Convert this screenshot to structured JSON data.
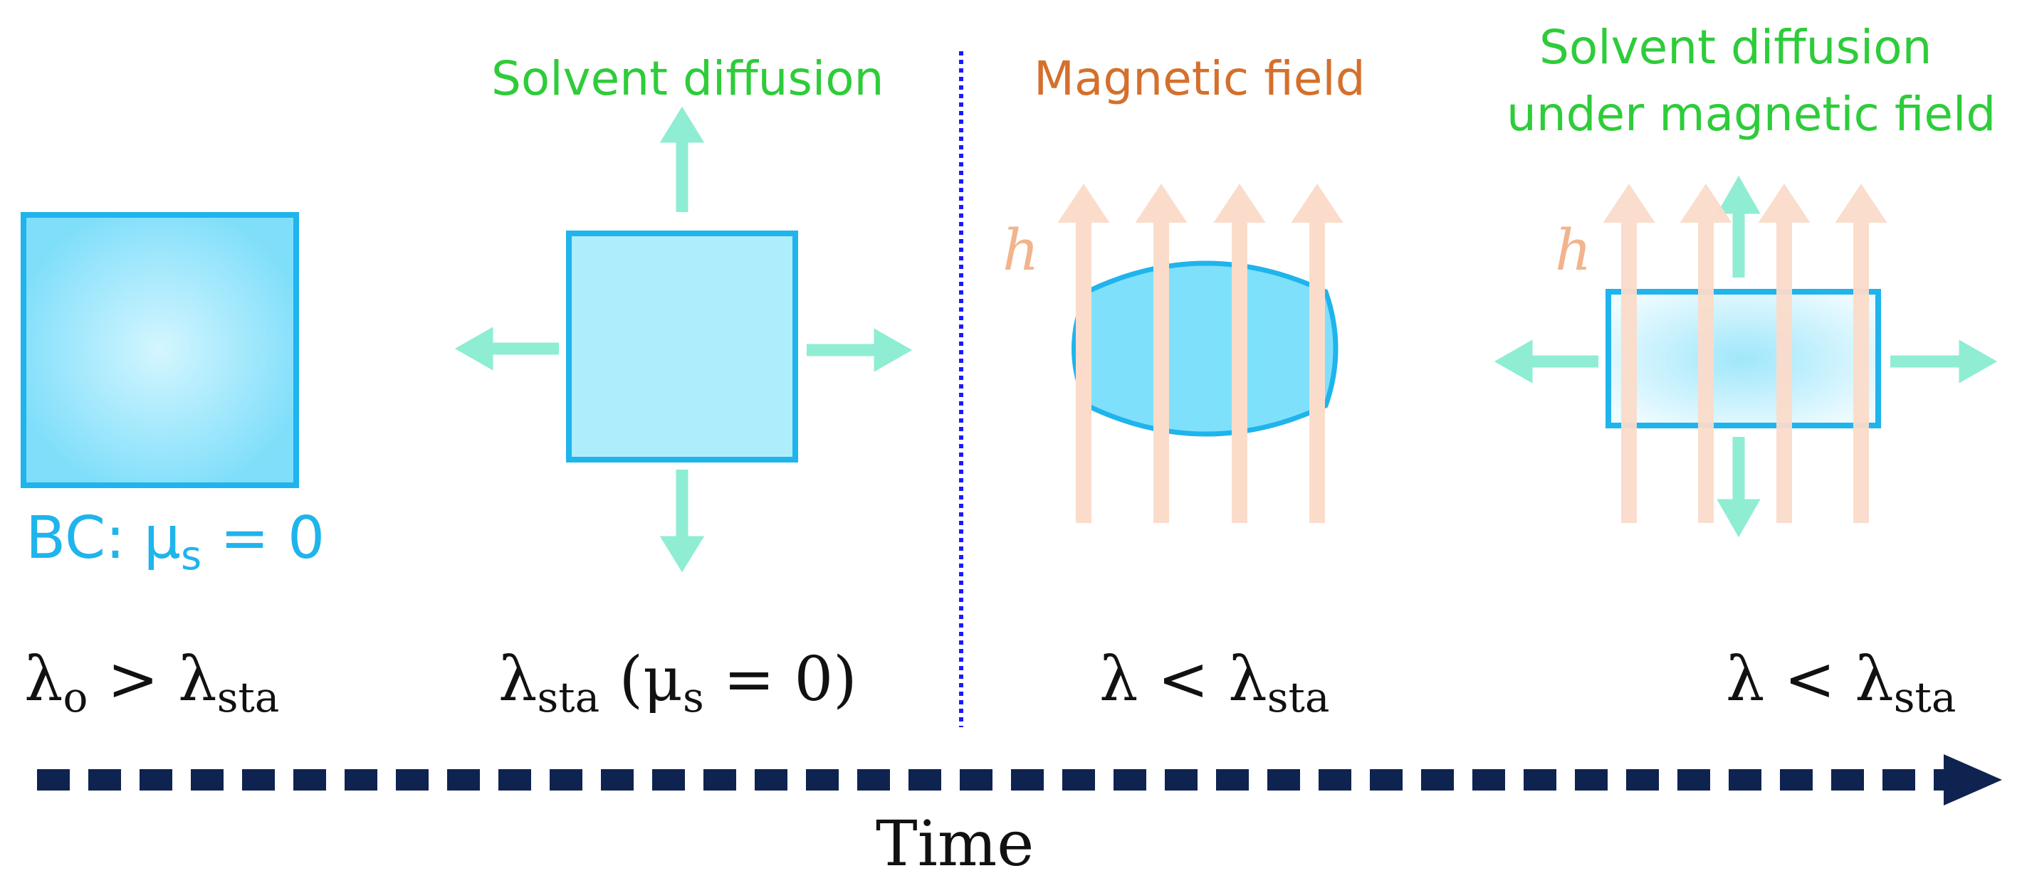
{
  "labels": {
    "solvent_diffusion": "Solvent diffusion",
    "magnetic_field": "Magnetic field",
    "solvent_diffusion_mf_line1": "Solvent diffusion",
    "solvent_diffusion_mf_line2": "under magnetic field",
    "h": "h",
    "bc_prefix": "BC: μ",
    "bc_sub": "s",
    "bc_suffix": " = 0",
    "time": "Time"
  },
  "stage_labels": [
    {
      "pre": "λ",
      "sub1": "o",
      "mid": " > λ",
      "sub2": "sta",
      "post": ""
    },
    {
      "pre": "λ",
      "sub1": "sta",
      "mid": " (μ",
      "sub2": "s",
      "post": " = 0)"
    },
    {
      "pre": "λ < λ",
      "sub1": "sta",
      "mid": "",
      "sub2": "",
      "post": ""
    },
    {
      "pre": "λ < λ",
      "sub1": "sta",
      "mid": "",
      "sub2": "",
      "post": ""
    }
  ],
  "colors": {
    "gel_stroke": "#1fb4ec",
    "gel_fill": "#7fe0fb",
    "gel_light": "#aeeefc",
    "diffusion_arrow": "#8eedd2",
    "field_arrow": "#fbdccb",
    "divider": "#1a1aff",
    "time_arrow": "#0f2350"
  }
}
